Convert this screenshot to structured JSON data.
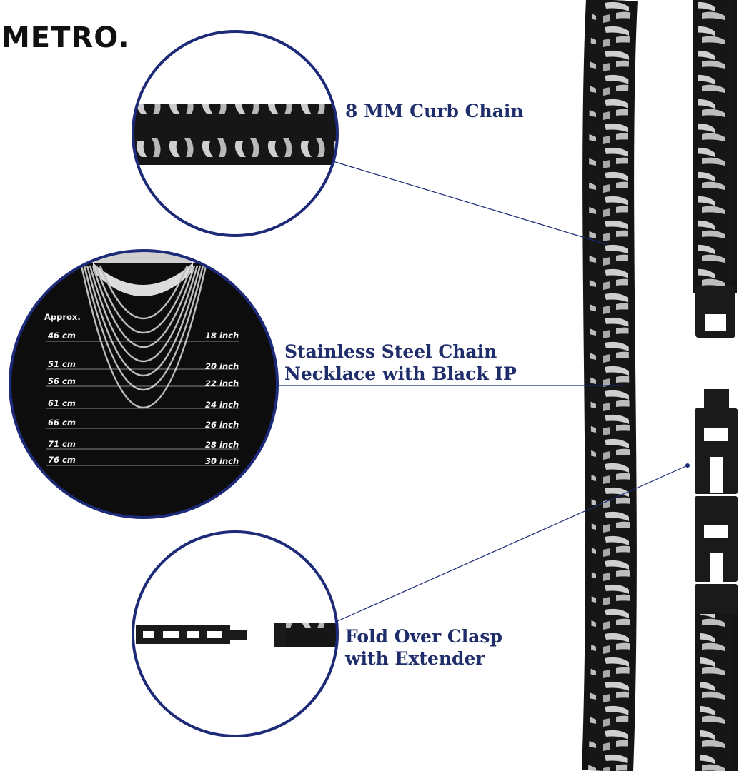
{
  "brand": {
    "logo": "METRO."
  },
  "captions": {
    "curb": "8 MM Curb Chain",
    "necklace_line1": "Stainless Steel Chain",
    "necklace_line2": "Necklace with Black IP",
    "clasp_line1": "Fold Over Clasp",
    "clasp_line2": "with Extender"
  },
  "size_chart": {
    "header": "Approx.",
    "rows": [
      {
        "cm": "46 cm",
        "inch": "18 inch"
      },
      {
        "cm": "51 cm",
        "inch": "20 inch"
      },
      {
        "cm": "56 cm",
        "inch": "22 inch"
      },
      {
        "cm": "61 cm",
        "inch": "24 inch"
      },
      {
        "cm": "66 cm",
        "inch": "26 inch"
      },
      {
        "cm": "71 cm",
        "inch": "28 inch"
      },
      {
        "cm": "76 cm",
        "inch": "30 inch"
      }
    ]
  },
  "colors": {
    "accent": "#1f2d6b",
    "circle_border": "#1d2a78",
    "chain": "#151515",
    "link_highlight": "#c8c8c8"
  }
}
